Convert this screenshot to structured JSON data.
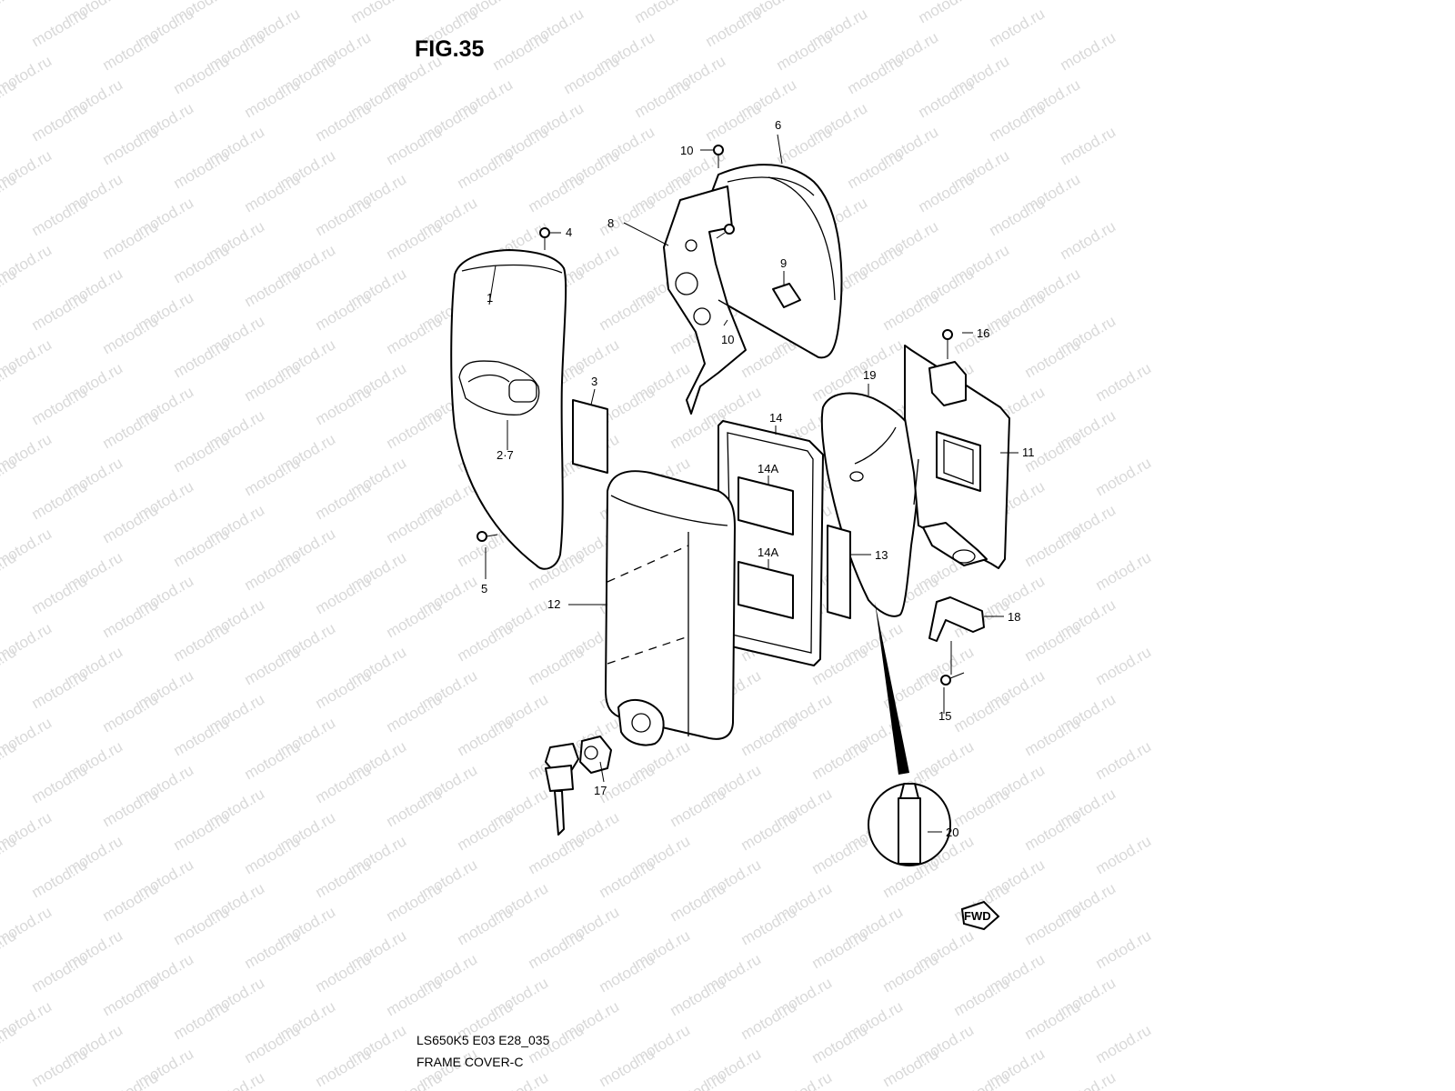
{
  "figure": {
    "title": "FIG.35",
    "model_code": "LS650K5 E03 E28_035",
    "caption": "FRAME COVER-C"
  },
  "watermark": {
    "text": "motod.ru",
    "color": "#d9d9d9"
  },
  "callouts": {
    "c1": "1",
    "c2_7": "2·7",
    "c3": "3",
    "c4": "4",
    "c5": "5",
    "c6": "6",
    "c8": "8",
    "c9": "9",
    "c10a": "10",
    "c10b": "10",
    "c11": "11",
    "c12": "12",
    "c13": "13",
    "c14": "14",
    "c14a_top": "14A",
    "c14a_bottom": "14A",
    "c15": "15",
    "c16": "16",
    "c17": "17",
    "c18": "18",
    "c19": "19",
    "c20": "20"
  },
  "direction_marker": {
    "text": "FWD"
  }
}
